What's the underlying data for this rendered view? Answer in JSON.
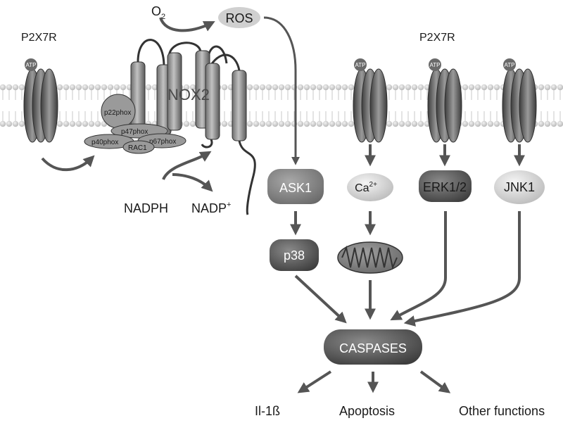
{
  "labels": {
    "p2x7r_left": "P2X7R",
    "p2x7r_right": "P2X7R",
    "o2_main": "O",
    "o2_sub": "2",
    "ros": "ROS",
    "nox2": "NOX2",
    "nadph": "NADPH",
    "nadp_main": "NADP",
    "nadp_sup": "+",
    "atp": "ATP"
  },
  "nox_subunits": {
    "p22phox": "p22phox",
    "p47phox": "p47phox",
    "p40phox": "p40phox",
    "p67phox": "p67phox",
    "rac1": "RAC1"
  },
  "nodes": {
    "ask1": "ASK1",
    "ca_main": "Ca",
    "ca_sup": "2+",
    "erk": "ERK1/2",
    "jnk": "JNK1",
    "p38": "p38",
    "caspases": "CASPASES"
  },
  "outputs": {
    "il1b": "Il-1ß",
    "apoptosis": "Apoptosis",
    "other": "Other functions"
  },
  "colors": {
    "arrow": "#555555",
    "membrane": "#c8c8c8",
    "node_dark": "#555555",
    "node_light": "#cfcfcf"
  }
}
